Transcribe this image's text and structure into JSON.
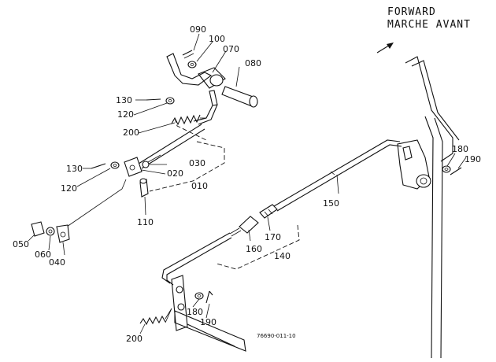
{
  "header": {
    "line1": "FORWARD",
    "line2": "MARCHE AVANT"
  },
  "labels": {
    "p010": "010",
    "p020": "020",
    "p030": "030",
    "p040": "040",
    "p050": "050",
    "p060": "060",
    "p070": "070",
    "p080": "080",
    "p090": "090",
    "p100": "100",
    "p110": "110",
    "p120a": "120",
    "p120b": "120",
    "p130a": "130",
    "p130b": "130",
    "p140": "140",
    "p150": "150",
    "p160": "160",
    "p170": "170",
    "p180a": "180",
    "p180b": "180",
    "p190a": "190",
    "p190b": "190",
    "p200a": "200",
    "p200b": "200"
  },
  "drawing_code": "76690-011-10",
  "icons": {
    "direction": "forward-arrow-icon"
  }
}
